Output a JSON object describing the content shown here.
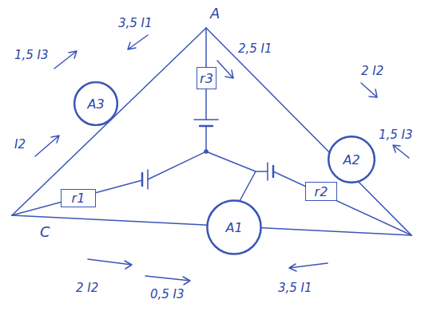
{
  "diagram": {
    "nodes": [
      {
        "text": [
          "r3"
        ]
      },
      {
        "text": [
          "A3"
        ]
      },
      {
        "text": [
          "A2"
        ]
      },
      {
        "text": [
          "r1"
        ]
      },
      {
        "text": [
          "r2"
        ]
      },
      {
        "text": [
          "A1"
        ]
      }
    ],
    "labels": [
      "A",
      "3,5 I1",
      "1,5 I3",
      "2,5 I1",
      "2 I2",
      "I2",
      "1,5 I3",
      "C",
      "2 I2",
      "0,5 I3",
      "3,5 I1"
    ]
  }
}
